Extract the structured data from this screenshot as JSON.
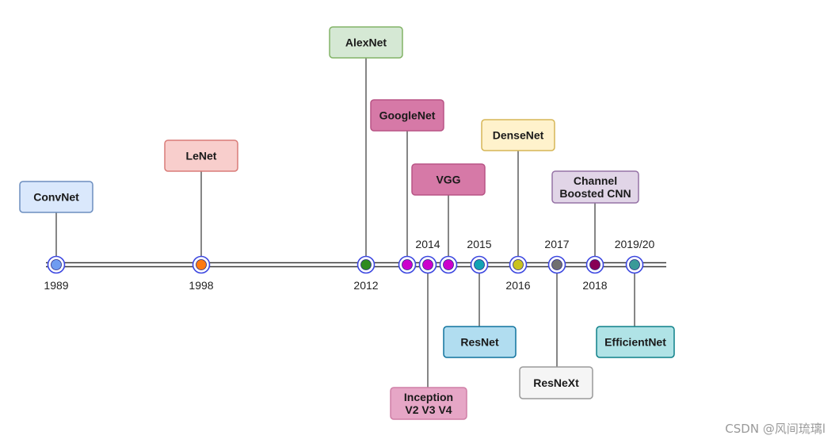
{
  "colors": {
    "axis": "#3a3a3a",
    "marker_ring": "#3b46e0",
    "connector": "#444444"
  },
  "timeline": [
    {
      "id": "convnet",
      "year": "1989",
      "model": [
        "ConvNet"
      ],
      "dot": "#6f9cf0",
      "box_fill": "#dae8fc",
      "box_stroke": "#6c8ebf",
      "label_pos": "below",
      "box_side": "above"
    },
    {
      "id": "lenet",
      "year": "1998",
      "model": [
        "LeNet"
      ],
      "dot": "#ff7a10",
      "box_fill": "#f8cecc",
      "box_stroke": "#d97c78",
      "label_pos": "below",
      "box_side": "above"
    },
    {
      "id": "alexnet",
      "year": "2012",
      "model": [
        "AlexNet"
      ],
      "dot": "#2e8b1f",
      "box_fill": "#d5e8d4",
      "box_stroke": "#82b366",
      "label_pos": "below",
      "box_side": "above"
    },
    {
      "id": "googlenet",
      "year": "",
      "model": [
        "GoogleNet"
      ],
      "dot": "#cc00cc",
      "box_fill": "#d679a7",
      "box_stroke": "#b85485",
      "label_pos": "none",
      "box_side": "above"
    },
    {
      "id": "inception",
      "year": "2014",
      "model": [
        "Inception",
        "V2 V3 V4"
      ],
      "dot": "#cc00cc",
      "box_fill": "#e6a6c6",
      "box_stroke": "#cf7fa6",
      "label_pos": "above",
      "box_side": "below"
    },
    {
      "id": "vgg",
      "year": "",
      "model": [
        "VGG"
      ],
      "dot": "#cc00cc",
      "box_fill": "#d679a7",
      "box_stroke": "#b85485",
      "label_pos": "none",
      "box_side": "above"
    },
    {
      "id": "resnet",
      "year": "2015",
      "model": [
        "ResNet"
      ],
      "dot": "#13a3b3",
      "box_fill": "#b1ddf0",
      "box_stroke": "#10739e",
      "label_pos": "above",
      "box_side": "below"
    },
    {
      "id": "densenet",
      "year": "2016",
      "model": [
        "DenseNet"
      ],
      "dot": "#c9c21c",
      "box_fill": "#fff2cc",
      "box_stroke": "#d6b656",
      "label_pos": "below",
      "box_side": "above"
    },
    {
      "id": "resnext",
      "year": "2017",
      "model": [
        "ResNeXt"
      ],
      "dot": "#707070",
      "box_fill": "#f5f5f5",
      "box_stroke": "#9a9a9a",
      "label_pos": "above",
      "box_side": "below"
    },
    {
      "id": "channel",
      "year": "2018",
      "model": [
        "Channel",
        "Boosted CNN"
      ],
      "dot": "#880055",
      "box_fill": "#e1d5e7",
      "box_stroke": "#9673a6",
      "label_pos": "below",
      "box_side": "above"
    },
    {
      "id": "efficientnet",
      "year": "2019/20",
      "model": [
        "EfficientNet"
      ],
      "dot": "#3a9a98",
      "box_fill": "#b0e3e6",
      "box_stroke": "#0e8088",
      "label_pos": "above",
      "box_side": "below"
    }
  ],
  "watermark": "CSDN @风间琉璃l"
}
